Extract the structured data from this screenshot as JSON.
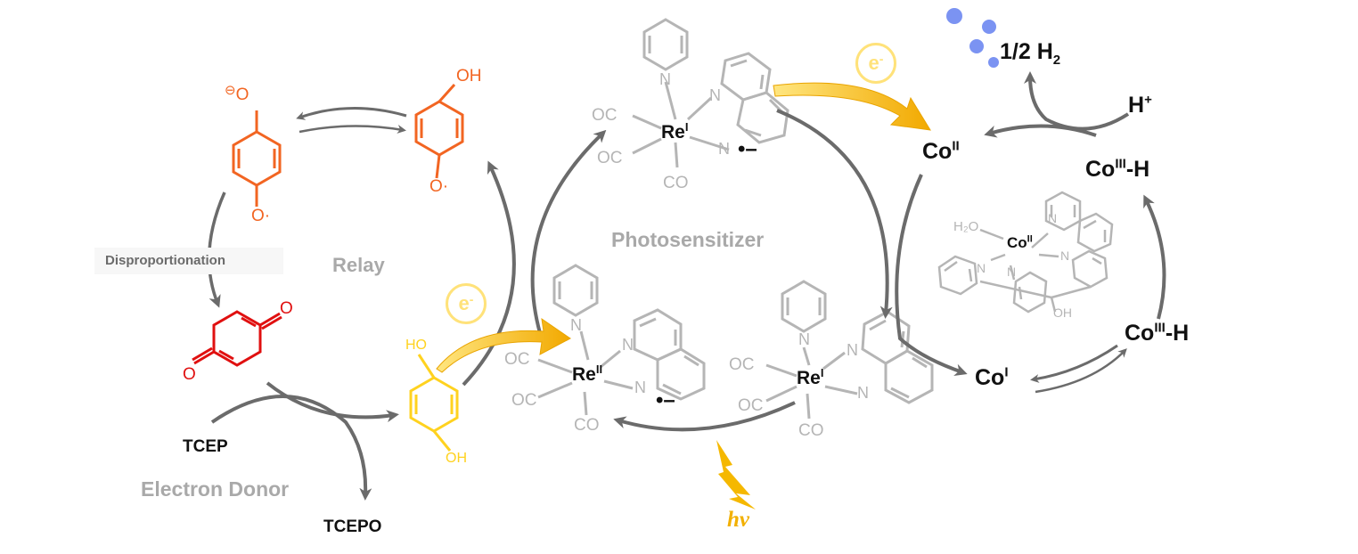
{
  "relay": {
    "label": "Relay",
    "disproportionation": "Disproportionation",
    "oh_top": "OH",
    "oh_bottom": "OH",
    "ho": "HO",
    "o_minus": "O",
    "o_dot": "O",
    "o_semi": "O",
    "o_q1": "O",
    "o_q2": "O"
  },
  "donor": {
    "label": "Electron Donor",
    "tcep": "TCEP",
    "tcepo": "TCEPO"
  },
  "photosensitizer": {
    "label": "Photosensitizer",
    "top": {
      "oc1": "OC",
      "oc2": "OC",
      "co": "CO",
      "metal": "Re",
      "ox": "I",
      "n1": "N",
      "n2": "N",
      "n3": "N"
    },
    "left": {
      "oc1": "OC",
      "oc2": "OC",
      "co": "CO",
      "metal": "Re",
      "ox": "II",
      "n1": "N",
      "n2": "N",
      "n3": "N"
    },
    "right": {
      "oc1": "OC",
      "oc2": "OC",
      "co": "CO",
      "metal": "Re",
      "ox": "I",
      "n1": "N",
      "n2": "N",
      "n3": "N"
    },
    "radical": "•–"
  },
  "electron": {
    "symbol": "e",
    "charge": "-"
  },
  "light": {
    "label": "hν"
  },
  "cobalt": {
    "co2": {
      "metal": "Co",
      "ox": "II"
    },
    "co1": {
      "metal": "Co",
      "ox": "I"
    },
    "co3h_top": {
      "metal": "Co",
      "ox": "III",
      "suffix": "-H"
    },
    "co3h_bottom": {
      "metal": "Co",
      "ox": "III",
      "suffix": "-H"
    },
    "catalyst": {
      "metal": "Co",
      "ox": "II",
      "h2o": "H₂O",
      "oh": "OH",
      "n1": "N",
      "n2": "N",
      "n3": "N",
      "n4": "N"
    },
    "h_plus": {
      "main": "H",
      "charge": "+"
    },
    "h2": {
      "main": "1/2 H",
      "sub": "2"
    }
  },
  "colors": {
    "arrow": "#6b6b6b",
    "grey_structure": "#b5b5b5",
    "semiquinone": "#f26522",
    "semiquinone_anion": "#f26522",
    "quinone": "#e01010",
    "hydroquinone": "#ffd21f",
    "electron_arrow": "#f5b800",
    "bubble": "#7b93f2",
    "black_text": "#111111"
  }
}
